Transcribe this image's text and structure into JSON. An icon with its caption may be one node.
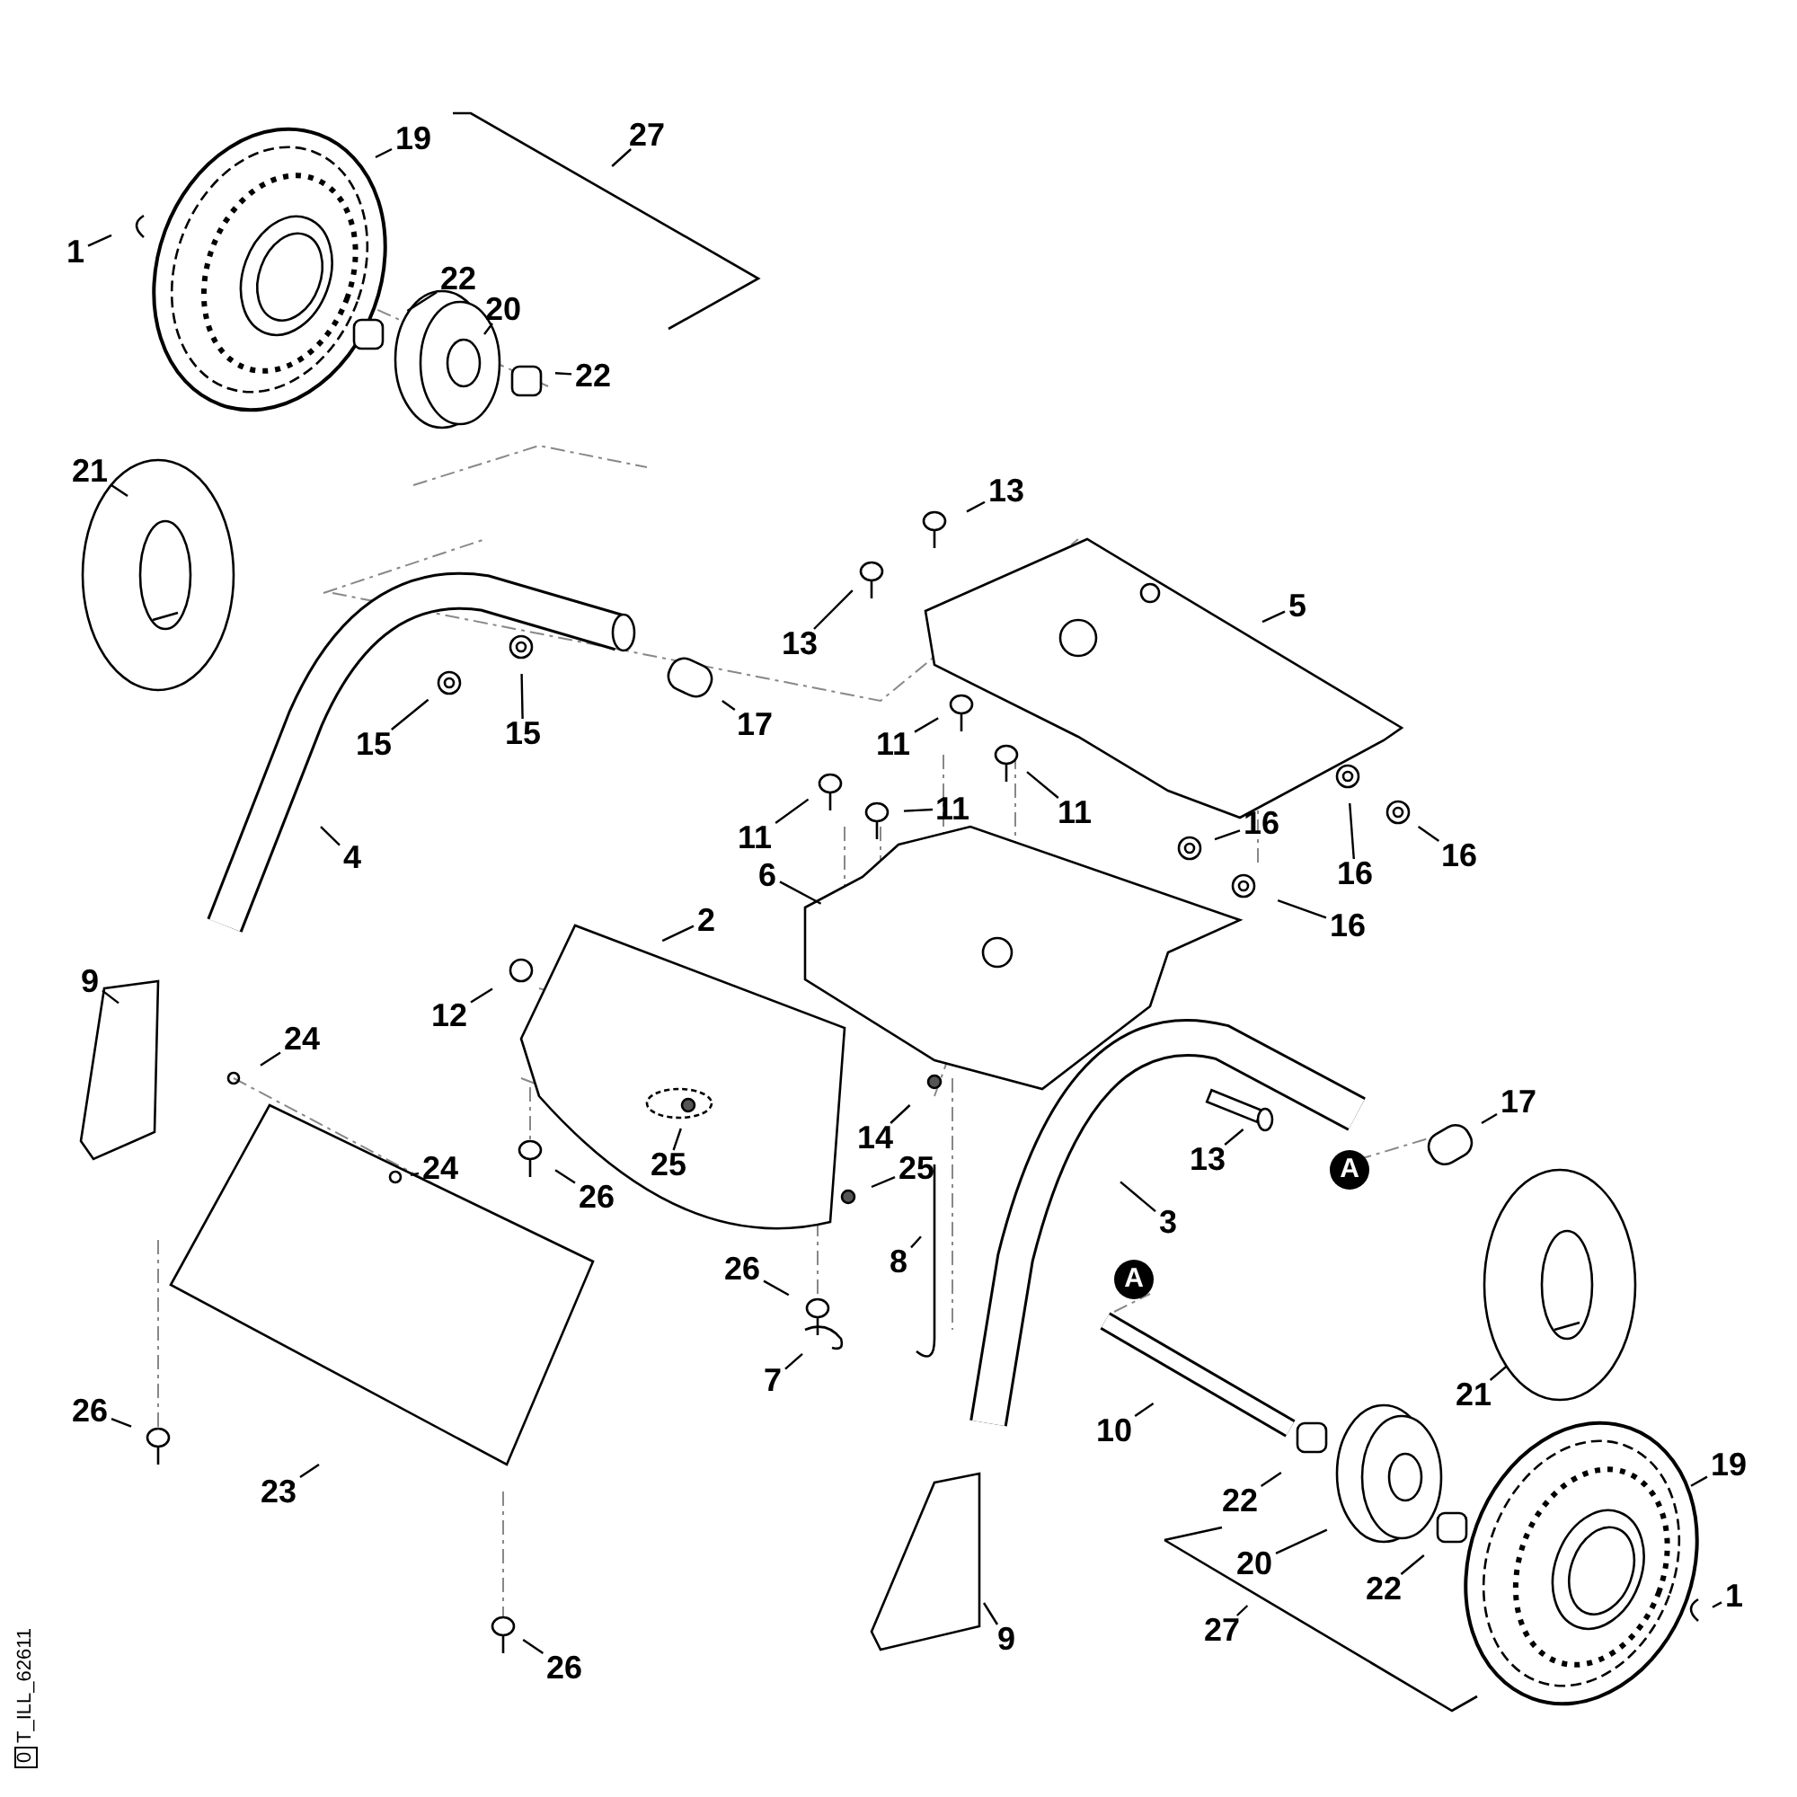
{
  "diagram": {
    "nodes": [
      {
        "text": [
          "19"
        ]
      },
      {
        "text": [
          "27"
        ]
      },
      {
        "text": [
          "1"
        ]
      },
      {
        "text": [
          "22"
        ]
      },
      {
        "text": [
          "20"
        ]
      },
      {
        "text": [
          "22"
        ]
      },
      {
        "text": [
          "21"
        ]
      },
      {
        "text": [
          "13"
        ]
      },
      {
        "text": [
          "13"
        ]
      },
      {
        "text": [
          "5"
        ]
      },
      {
        "text": [
          "15"
        ]
      },
      {
        "text": [
          "15"
        ]
      },
      {
        "text": [
          "17"
        ]
      },
      {
        "text": [
          "11"
        ]
      },
      {
        "text": [
          "11"
        ]
      },
      {
        "text": [
          "11"
        ]
      },
      {
        "text": [
          "11"
        ]
      },
      {
        "text": [
          "16"
        ]
      },
      {
        "text": [
          "16"
        ]
      },
      {
        "text": [
          "16"
        ]
      },
      {
        "text": [
          "16"
        ]
      },
      {
        "text": [
          "4"
        ]
      },
      {
        "text": [
          "6"
        ]
      },
      {
        "text": [
          "2"
        ]
      },
      {
        "text": [
          "9"
        ]
      },
      {
        "text": [
          "12"
        ]
      },
      {
        "text": [
          "24"
        ]
      },
      {
        "text": [
          "17"
        ]
      },
      {
        "text": [
          "13"
        ]
      },
      {
        "text": [
          "14"
        ]
      },
      {
        "text": [
          "25"
        ]
      },
      {
        "text": [
          "24"
        ]
      },
      {
        "text": [
          "26"
        ]
      },
      {
        "text": [
          "25"
        ]
      },
      {
        "text": [
          "3"
        ]
      },
      {
        "text": [
          "8"
        ]
      },
      {
        "text": [
          "26"
        ]
      },
      {
        "text": [
          "7"
        ]
      },
      {
        "text": [
          "10"
        ]
      },
      {
        "text": [
          "21"
        ]
      },
      {
        "text": [
          "19"
        ]
      },
      {
        "text": [
          "22"
        ]
      },
      {
        "text": [
          "20"
        ]
      },
      {
        "text": [
          "22"
        ]
      },
      {
        "text": [
          "27"
        ]
      },
      {
        "text": [
          "9"
        ]
      },
      {
        "text": [
          "23"
        ]
      },
      {
        "text": [
          "26"
        ]
      },
      {
        "text": [
          "26"
        ]
      },
      {
        "text": [
          "1"
        ]
      }
    ],
    "edges": [
      {
        "from": 0,
        "to": null,
        "arrow": "none"
      },
      {
        "from": 1,
        "to": null,
        "arrow": "none"
      },
      {
        "from": 2,
        "to": null,
        "arrow": "none"
      },
      {
        "from": 3,
        "to": null,
        "arrow": "none"
      },
      {
        "from": 4,
        "to": null,
        "arrow": "none"
      },
      {
        "from": 5,
        "to": null,
        "arrow": "none"
      },
      {
        "from": 6,
        "to": null,
        "arrow": "none"
      },
      {
        "from": 7,
        "to": null,
        "arrow": "none"
      },
      {
        "from": 8,
        "to": null,
        "arrow": "none"
      },
      {
        "from": 9,
        "to": null,
        "arrow": "none"
      },
      {
        "from": 10,
        "to": null,
        "arrow": "none"
      },
      {
        "from": 11,
        "to": null,
        "arrow": "none"
      },
      {
        "from": 12,
        "to": null,
        "arrow": "none"
      },
      {
        "from": 13,
        "to": null,
        "arrow": "none"
      },
      {
        "from": 14,
        "to": null,
        "arrow": "none"
      },
      {
        "from": 15,
        "to": null,
        "arrow": "none"
      },
      {
        "from": 16,
        "to": null,
        "arrow": "none"
      },
      {
        "from": 17,
        "to": null,
        "arrow": "none"
      },
      {
        "from": 18,
        "to": null,
        "arrow": "none"
      },
      {
        "from": 19,
        "to": null,
        "arrow": "none"
      },
      {
        "from": 20,
        "to": null,
        "arrow": "none"
      },
      {
        "from": 21,
        "to": null,
        "arrow": "none"
      },
      {
        "from": 22,
        "to": null,
        "arrow": "none"
      },
      {
        "from": 23,
        "to": null,
        "arrow": "none"
      },
      {
        "from": 24,
        "to": null,
        "arrow": "none"
      },
      {
        "from": 25,
        "to": null,
        "arrow": "none"
      },
      {
        "from": 26,
        "to": null,
        "arrow": "none"
      },
      {
        "from": 27,
        "to": null,
        "arrow": "none"
      },
      {
        "from": 28,
        "to": null,
        "arrow": "none"
      },
      {
        "from": 29,
        "to": null,
        "arrow": "none"
      },
      {
        "from": 30,
        "to": null,
        "arrow": "none"
      },
      {
        "from": 31,
        "to": null,
        "arrow": "none"
      },
      {
        "from": 32,
        "to": null,
        "arrow": "none"
      },
      {
        "from": 33,
        "to": null,
        "arrow": "none"
      },
      {
        "from": 34,
        "to": null,
        "arrow": "none"
      },
      {
        "from": 35,
        "to": null,
        "arrow": "none"
      },
      {
        "from": 36,
        "to": null,
        "arrow": "none"
      },
      {
        "from": 37,
        "to": null,
        "arrow": "none"
      },
      {
        "from": 38,
        "to": null,
        "arrow": "none"
      },
      {
        "from": 39,
        "to": null,
        "arrow": "none"
      },
      {
        "from": 40,
        "to": null,
        "arrow": "none"
      },
      {
        "from": 41,
        "to": null,
        "arrow": "none"
      },
      {
        "from": 42,
        "to": null,
        "arrow": "none"
      },
      {
        "from": 43,
        "to": null,
        "arrow": "none"
      },
      {
        "from": 44,
        "to": null,
        "arrow": "none"
      },
      {
        "from": 45,
        "to": null,
        "arrow": "none"
      },
      {
        "from": 46,
        "to": null,
        "arrow": "none"
      },
      {
        "from": 47,
        "to": null,
        "arrow": "none"
      },
      {
        "from": 48,
        "to": null,
        "arrow": "none"
      },
      {
        "from": 49,
        "to": null,
        "arrow": "none"
      }
    ],
    "labels": [
      "A",
      "A",
      "T_ILL_62611",
      "0"
    ]
  }
}
